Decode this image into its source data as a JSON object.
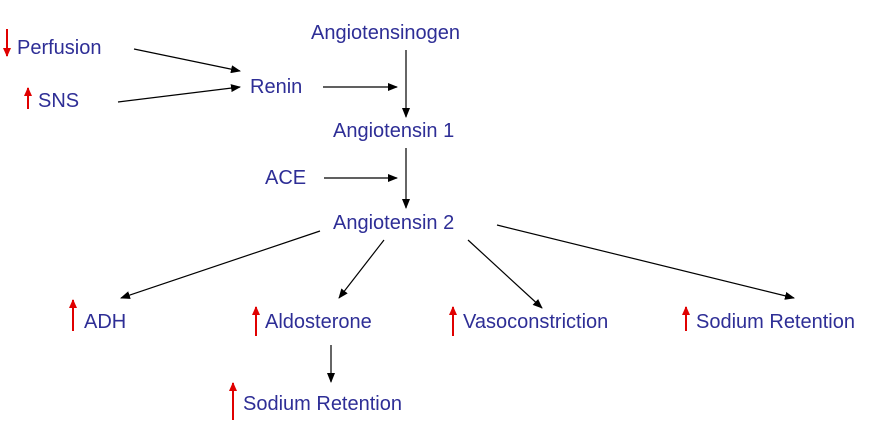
{
  "diagram": {
    "nodes": {
      "perfusion": "Perfusion",
      "sns": "SNS",
      "renin": "Renin",
      "angiotensinogen": "Angiotensinogen",
      "angiotensin1": "Angiotensin 1",
      "ace": "ACE",
      "angiotensin2": "Angiotensin 2",
      "adh": "ADH",
      "aldosterone": "Aldosterone",
      "vasoconstriction": "Vasoconstriction",
      "sodium_retention_right": "Sodium Retention",
      "sodium_retention_bottom": "Sodium Retention"
    },
    "indicators": {
      "perfusion": "decrease",
      "sns": "increase",
      "adh": "increase",
      "aldosterone": "increase",
      "vasoconstriction": "increase",
      "sodium_retention_right": "increase",
      "sodium_retention_bottom": "increase"
    },
    "colors": {
      "text": "#2e2e96",
      "indicator": "#e00000",
      "edge": "#000000"
    }
  }
}
